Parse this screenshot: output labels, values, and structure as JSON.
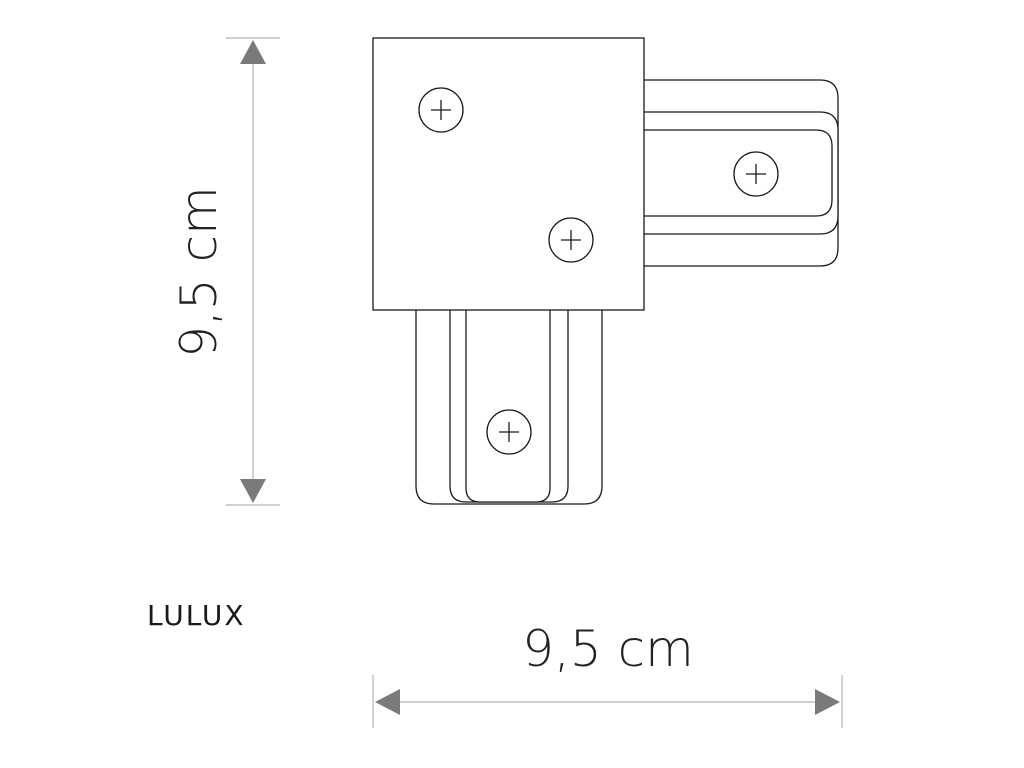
{
  "dimensions": {
    "height_label": "9,5 cm",
    "width_label": "9,5 cm"
  },
  "brand": {
    "name": "LULUX"
  },
  "colors": {
    "outline": "#1a1a1a",
    "dimension_line": "#b5b5b5",
    "arrow": "#7a7a7a",
    "text": "#222222",
    "background": "#ffffff"
  }
}
